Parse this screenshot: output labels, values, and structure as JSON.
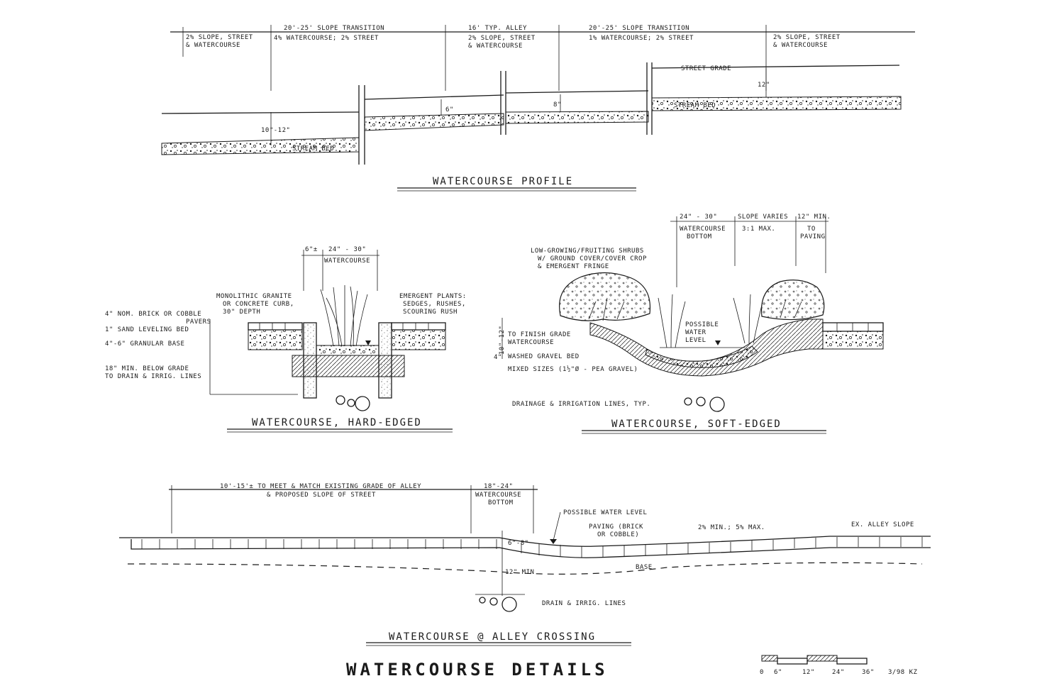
{
  "sheet_title": "WATERCOURSE DETAILS",
  "scale_labels": [
    "0",
    "6\"",
    "12\"",
    "24\"",
    "36\""
  ],
  "date_initials": "3/98 KZ",
  "profile": {
    "title": "WATERCOURSE PROFILE",
    "headers": {
      "seg1_a": "2% SLOPE, STREET",
      "seg1_b": "& WATERCOURSE",
      "seg2_a": "20'-25' SLOPE TRANSITION",
      "seg2_b": "4% WATERCOURSE; 2% STREET",
      "seg3_a": "16' TYP. ALLEY",
      "seg3_b": "2% SLOPE, STREET",
      "seg3_c": "& WATERCOURSE",
      "seg4_a": "20'-25' SLOPE TRANSITION",
      "seg4_b": "1% WATERCOURSE; 2% STREET",
      "seg5_a": "2% SLOPE, STREET",
      "seg5_b": "& WATERCOURSE"
    },
    "street_grade": "STREET GRADE",
    "stream_bed": "STREAM BED",
    "dim_12in": "12\"",
    "dim_6in": "6\"",
    "dim_8in": "8\"",
    "dim_10_12": "10\"-12\""
  },
  "hard": {
    "title": "WATERCOURSE, HARD-EDGED",
    "dim_6": "6\"±",
    "dim_24_30": "24\" - 30\"",
    "dim_watercourse": "WATERCOURSE",
    "brick_a": "4\" NOM. BRICK OR COBBLE",
    "brick_b": "PAVERS",
    "sand": "1\" SAND LEVELING BED",
    "granular": "4\"-6\" GRANULAR BASE",
    "below_a": "18\" MIN. BELOW GRADE",
    "below_b": "TO DRAIN & IRRIG. LINES",
    "curb_a": "MONOLITHIC GRANITE",
    "curb_b": "OR CONCRETE CURB,",
    "curb_c": "30\" DEPTH",
    "plants_a": "EMERGENT PLANTS:",
    "plants_b": "SEDGES, RUSHES,",
    "plants_c": "SCOURING RUSH"
  },
  "middle": {
    "dim_10_12": "10\"-12\"",
    "dim_4": "4\"",
    "finish_a": "TO FINISH GRADE",
    "finish_b": "WATERCOURSE",
    "gravel": "WASHED GRAVEL BED",
    "mixed": "MIXED SIZES (1½\"Ø - PEA GRAVEL)"
  },
  "soft": {
    "title": "WATERCOURSE, SOFT-EDGED",
    "dim_24_30": "24\" - 30\"",
    "bottom_a": "WATERCOURSE",
    "bottom_b": "BOTTOM",
    "slope_a": "SLOPE VARIES",
    "slope_b": "3:1 MAX.",
    "min_a": "12\" MIN.",
    "min_b": "TO",
    "min_c": "PAVING",
    "shrubs_a": "LOW-GROWING/FRUITING SHRUBS",
    "shrubs_b": "W/ GROUND COVER/COVER CROP",
    "shrubs_c": "& EMERGENT FRINGE",
    "water_a": "POSSIBLE",
    "water_b": "WATER",
    "water_c": "LEVEL",
    "drainage": "DRAINAGE & IRRIGATION LINES, TYP."
  },
  "alley": {
    "title": "WATERCOURSE @ ALLEY CROSSING",
    "dim_a": "10'-15'± TO MEET & MATCH EXISTING GRADE OF ALLEY",
    "dim_b": "& PROPOSED SLOPE OF STREET",
    "dim_c1": "18\"-24\"",
    "dim_c2": "WATERCOURSE",
    "dim_c3": "BOTTOM",
    "water": "POSSIBLE WATER LEVEL",
    "paving_a": "PAVING (BRICK",
    "paving_b": "OR COBBLE)",
    "slope": "2% MIN.; 5% MAX.",
    "ex_alley": "EX. ALLEY SLOPE",
    "base": "BASE",
    "dim_6_8": "6\"-8\"",
    "dim_12min": "12\" MIN",
    "drain": "DRAIN & IRRIG. LINES"
  }
}
